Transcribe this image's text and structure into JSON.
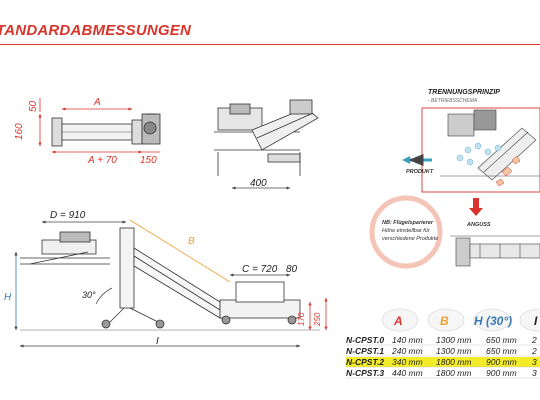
{
  "title": "TANDARDABMESSUNGEN",
  "colors": {
    "accent_red": "#d8342b",
    "orange": "#f0a030",
    "blue": "#3a7ab8",
    "highlight_yellow": "#f3ec2a",
    "teal_dims": "#2a6a8a"
  },
  "top_left": {
    "dim_A": "A",
    "dim_A70": "A + 70",
    "dim_160": "160",
    "dim_50": "50",
    "dim_150": "150"
  },
  "top_mid": {
    "dim_400": "400"
  },
  "principle": {
    "title": "TRENNUNGSPRINZIP",
    "subtitle": "- BETRIEBSSCHEMA",
    "label_produkt": "PRODUKT",
    "label_anguss": "ANGUSS",
    "note_lines": [
      "NB: Flügelsparierer",
      "Höhe einstellbar für",
      "verschiedene Produkte"
    ]
  },
  "bottom_left": {
    "dim_D": "D = 910",
    "dim_B": "B",
    "dim_C": "C = 720",
    "dim_80": "80",
    "dim_H": "H",
    "dim_30": "30°",
    "dim_170": "170",
    "dim_250": "250",
    "dim_I": "I"
  },
  "table": {
    "headers": [
      "A",
      "B",
      "H (30°)",
      "I"
    ],
    "header_colors": [
      "#d8342b",
      "#f0a030",
      "#3a7ab8",
      "#222222"
    ],
    "rows": [
      {
        "model": "N-CPST.0",
        "values": [
          "140 mm",
          "1300 mm",
          "650 mm",
          "2"
        ],
        "highlight": false
      },
      {
        "model": "N-CPST.1",
        "values": [
          "240 mm",
          "1300 mm",
          "650 mm",
          "2"
        ],
        "highlight": false
      },
      {
        "model": "N-CPST.2",
        "values": [
          "340 mm",
          "1800 mm",
          "900 mm",
          "3"
        ],
        "highlight": true
      },
      {
        "model": "N-CPST.3",
        "values": [
          "440 mm",
          "1800 mm",
          "900 mm",
          "3"
        ],
        "highlight": false
      }
    ]
  }
}
